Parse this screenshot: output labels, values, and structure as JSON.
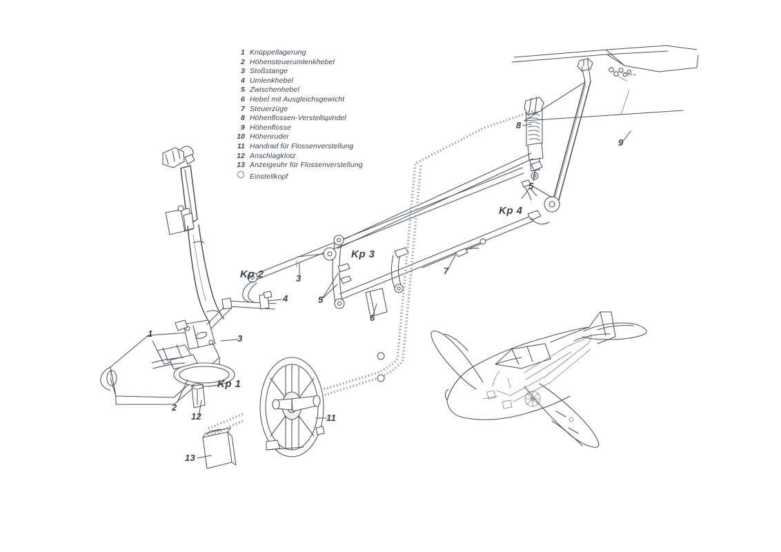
{
  "document": {
    "kind": "technical-line-drawing",
    "subject": "Höhensteuerung",
    "background_color": "#ffffff",
    "ink_color": "#3f444e",
    "ink_light": "#767b85"
  },
  "legend": {
    "items": [
      {
        "num": "1",
        "label": "Knüppellagerung"
      },
      {
        "num": "2",
        "label": "Höhensteuerumlenkhebel"
      },
      {
        "num": "3",
        "label": "Stoßstange"
      },
      {
        "num": "4",
        "label": "Umlenkhebel"
      },
      {
        "num": "5",
        "label": "Zwischenhebel"
      },
      {
        "num": "6",
        "label": "Hebel mit Ausgleichsgewicht"
      },
      {
        "num": "7",
        "label": "Steuerzüge"
      },
      {
        "num": "8",
        "label": "Höhenflossen-Verstellspindel"
      },
      {
        "num": "9",
        "label": "Höhenflosse"
      },
      {
        "num": "10",
        "label": "Höhenruder"
      },
      {
        "num": "11",
        "label": "Handrad für Flossenverstellung"
      },
      {
        "num": "12",
        "label": "Anschlagklotz"
      },
      {
        "num": "13",
        "label": "Anzeigeuhr für Flossenverstellung"
      }
    ],
    "symbol_item": {
      "symbol": "circle-outline",
      "label": "Einstellkopf"
    }
  },
  "callouts": [
    {
      "id": "c1",
      "text": "1"
    },
    {
      "id": "c2",
      "text": "2"
    },
    {
      "id": "c3a",
      "text": "3"
    },
    {
      "id": "c3b",
      "text": "3"
    },
    {
      "id": "c4",
      "text": "4"
    },
    {
      "id": "c5a",
      "text": "5"
    },
    {
      "id": "c5b",
      "text": "5"
    },
    {
      "id": "c6",
      "text": "6"
    },
    {
      "id": "c7",
      "text": "7"
    },
    {
      "id": "c8",
      "text": "8"
    },
    {
      "id": "c9",
      "text": "9"
    },
    {
      "id": "c11",
      "text": "11"
    },
    {
      "id": "c12",
      "text": "12"
    },
    {
      "id": "c13",
      "text": "13"
    }
  ],
  "connection_points": [
    {
      "id": "kp1",
      "text": "Kp 1"
    },
    {
      "id": "kp2",
      "text": "Kp 2"
    },
    {
      "id": "kp3",
      "text": "Kp 3"
    },
    {
      "id": "kp4",
      "text": "Kp 4"
    }
  ]
}
